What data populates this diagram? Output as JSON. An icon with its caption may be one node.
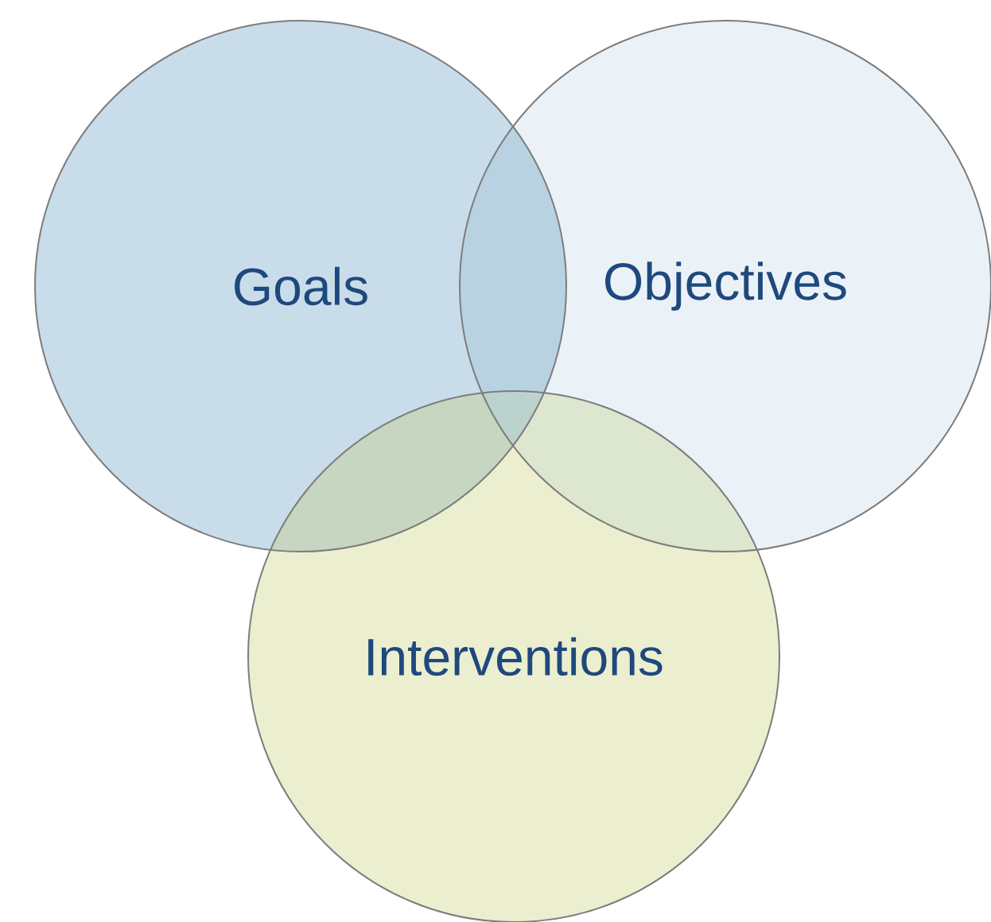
{
  "diagram": {
    "nodes": [
      {
        "text": [
          "Goals"
        ]
      },
      {
        "text": [
          "Objectives"
        ]
      },
      {
        "text": [
          "Interventions"
        ]
      }
    ]
  }
}
